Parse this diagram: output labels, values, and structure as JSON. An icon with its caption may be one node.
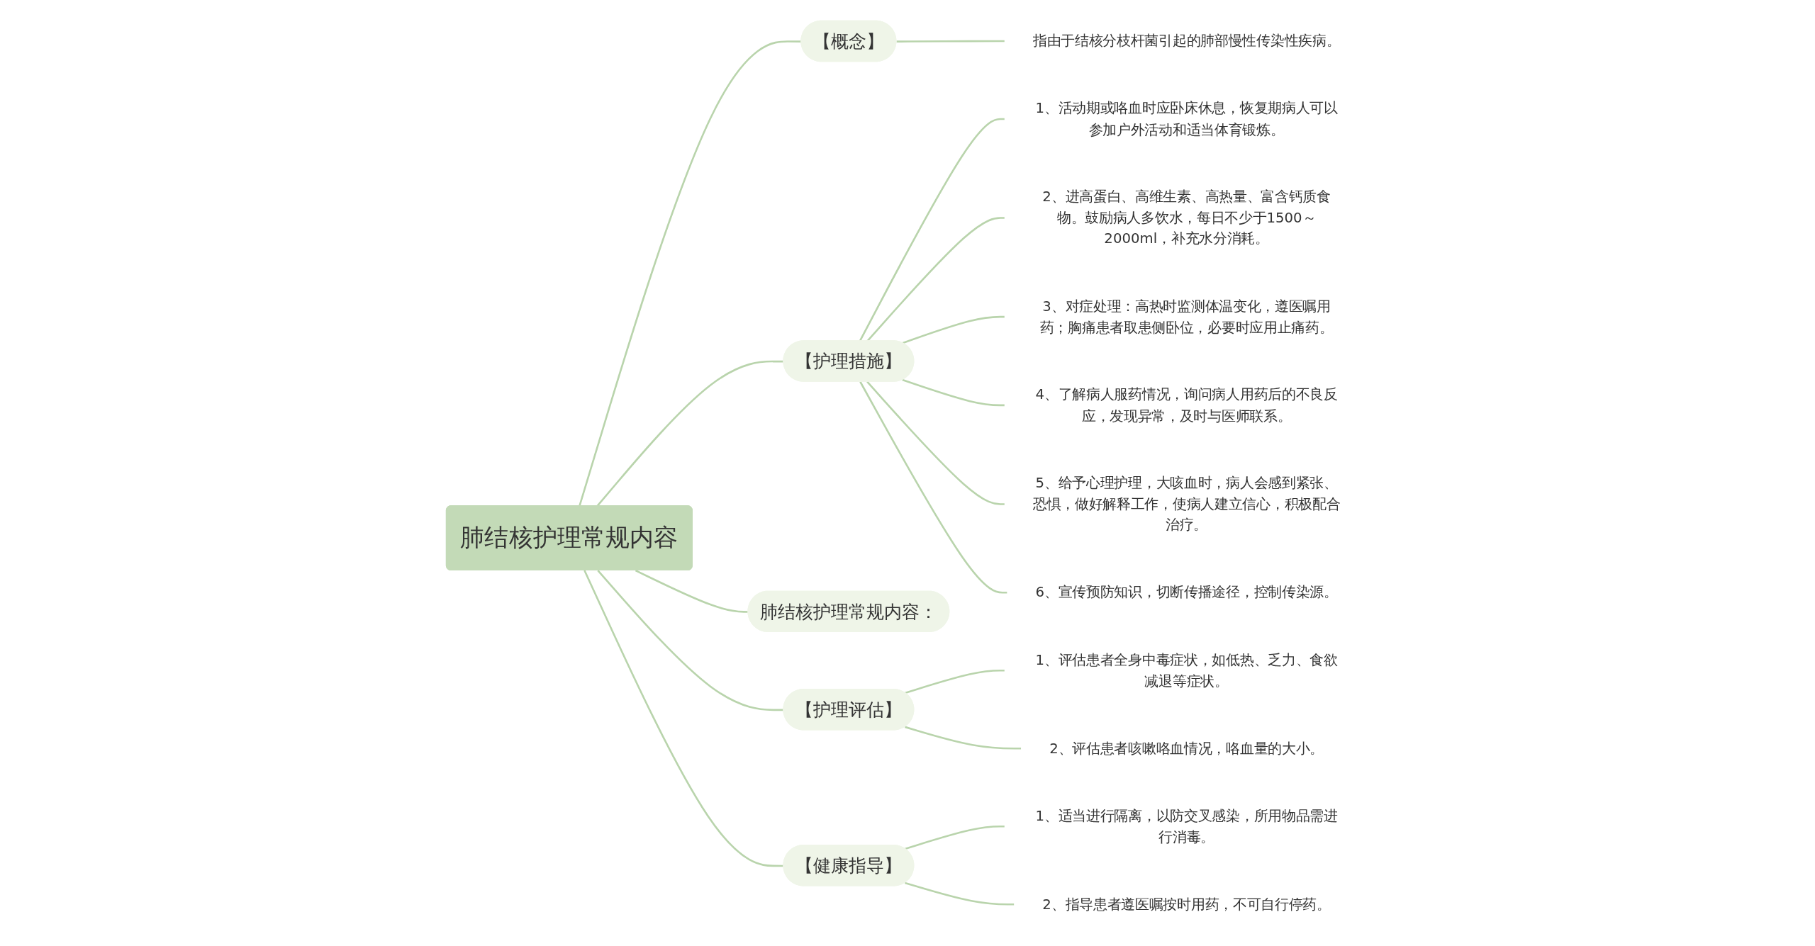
{
  "diagram": {
    "nodes": [
      {
        "text": [
          "肺结核护理常规内容"
        ]
      },
      {
        "text": [
          "【概念】"
        ]
      },
      {
        "text": [
          "指由于结核分枝杆菌引起的肺部慢性传染性疾病。"
        ]
      },
      {
        "text": [
          "【护理措施】"
        ]
      },
      {
        "text": [
          "1、活动期或咯血时应卧床休息，恢复期病人可以参加户外活动和适当体育锻炼。"
        ]
      },
      {
        "text": [
          "2、进高蛋白、高维生素、高热量、富含钙质食物。鼓励病人多饮水，每日不少于1500～2000ml，补充水分消耗。"
        ]
      },
      {
        "text": [
          "3、对症处理：高热时监测体温变化，遵医嘱用药；胸痛患者取患侧卧位，必要时应用止痛药。"
        ]
      },
      {
        "text": [
          "4、了解病人服药情况，询问病人用药后的不良反应，发现异常，及时与医师联系。"
        ]
      },
      {
        "text": [
          "5、给予心理护理，大咳血时，病人会感到紧张、恐惧，做好解释工作，使病人建立信心，积极配合治疗。"
        ]
      },
      {
        "text": [
          "6、宣传预防知识，切断传播途径，控制传染源。"
        ]
      },
      {
        "text": [
          "肺结核护理常规内容："
        ]
      },
      {
        "text": [
          "【护理评估】"
        ]
      },
      {
        "text": [
          "1、评估患者全身中毒症状，如低热、乏力、食欲减退等症状。"
        ]
      },
      {
        "text": [
          "2、评估患者咳嗽咯血情况，咯血量的大小。"
        ]
      },
      {
        "text": [
          "【健康指导】"
        ]
      },
      {
        "text": [
          "1、适当进行隔离，以防交叉感染，所用物品需进行消毒。"
        ]
      },
      {
        "text": [
          "2、指导患者遵医嘱按时用药，不可自行停药。"
        ]
      }
    ],
    "edges": [
      {
        "from": 0,
        "to": 1,
        "arrow": "none"
      },
      {
        "from": 1,
        "to": 2,
        "arrow": "none"
      },
      {
        "from": 0,
        "to": 3,
        "arrow": "none"
      },
      {
        "from": 3,
        "to": 4,
        "arrow": "none"
      },
      {
        "from": 3,
        "to": 5,
        "arrow": "none"
      },
      {
        "from": 3,
        "to": 6,
        "arrow": "none"
      },
      {
        "from": 3,
        "to": 7,
        "arrow": "none"
      },
      {
        "from": 3,
        "to": 8,
        "arrow": "none"
      },
      {
        "from": 3,
        "to": 9,
        "arrow": "none"
      },
      {
        "from": 0,
        "to": 10,
        "arrow": "none"
      },
      {
        "from": 0,
        "to": 11,
        "arrow": "none"
      },
      {
        "from": 11,
        "to": 12,
        "arrow": "none"
      },
      {
        "from": 11,
        "to": 13,
        "arrow": "none"
      },
      {
        "from": 0,
        "to": 14,
        "arrow": "none"
      },
      {
        "from": 14,
        "to": 15,
        "arrow": "none"
      },
      {
        "from": 14,
        "to": 16,
        "arrow": "none"
      }
    ]
  }
}
